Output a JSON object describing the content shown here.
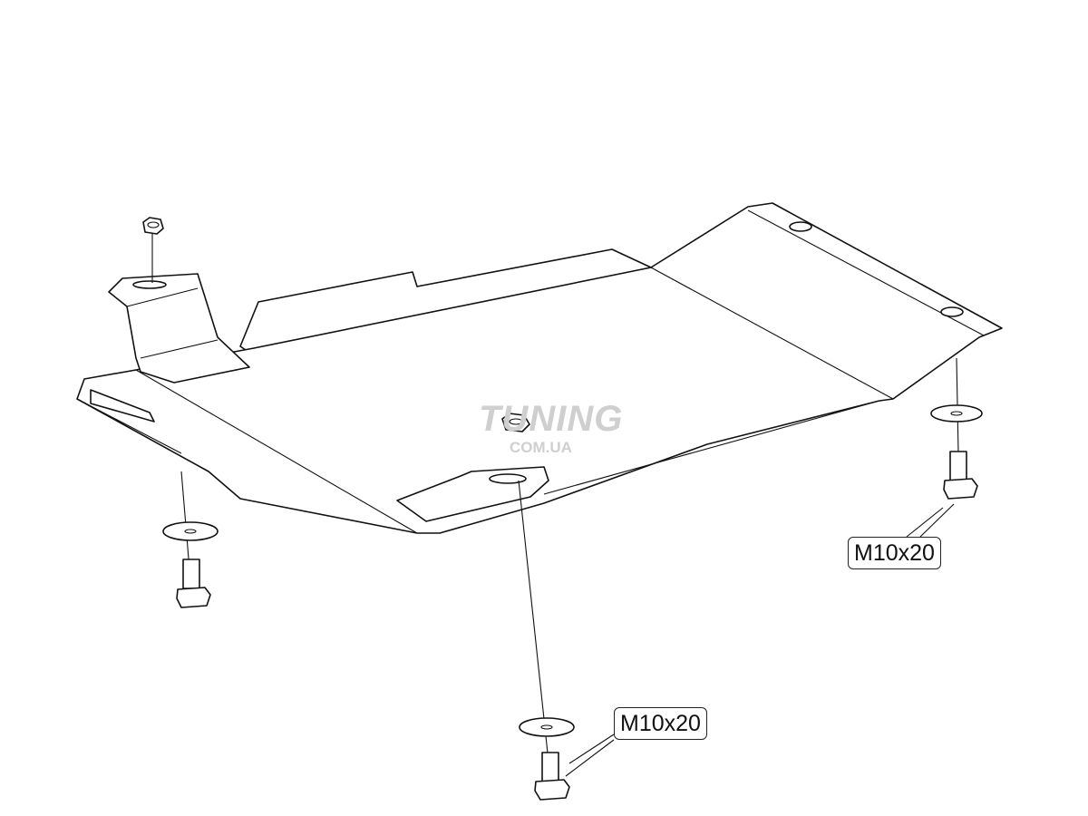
{
  "watermark": {
    "brand": "TUNING",
    "domain": "COM.UA"
  },
  "callouts": [
    {
      "text": "M10x20"
    },
    {
      "text": "M10x20"
    }
  ]
}
